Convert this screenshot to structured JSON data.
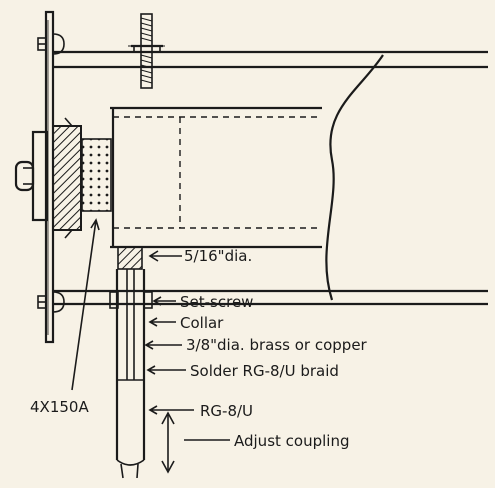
{
  "labels": {
    "tube_label": "4X150A",
    "dia_5_16": "5/16\"dia.",
    "set_screw": "Set-screw",
    "collar": "Collar",
    "brass_copper": "3/8\"dia. brass or copper",
    "solder_braid": "Solder RG-8/U braid",
    "coax": "RG-8/U",
    "adjust": "Adjust coupling"
  },
  "colors": {
    "ink": "#1b1b1b",
    "paper": "#f7f2e6"
  }
}
